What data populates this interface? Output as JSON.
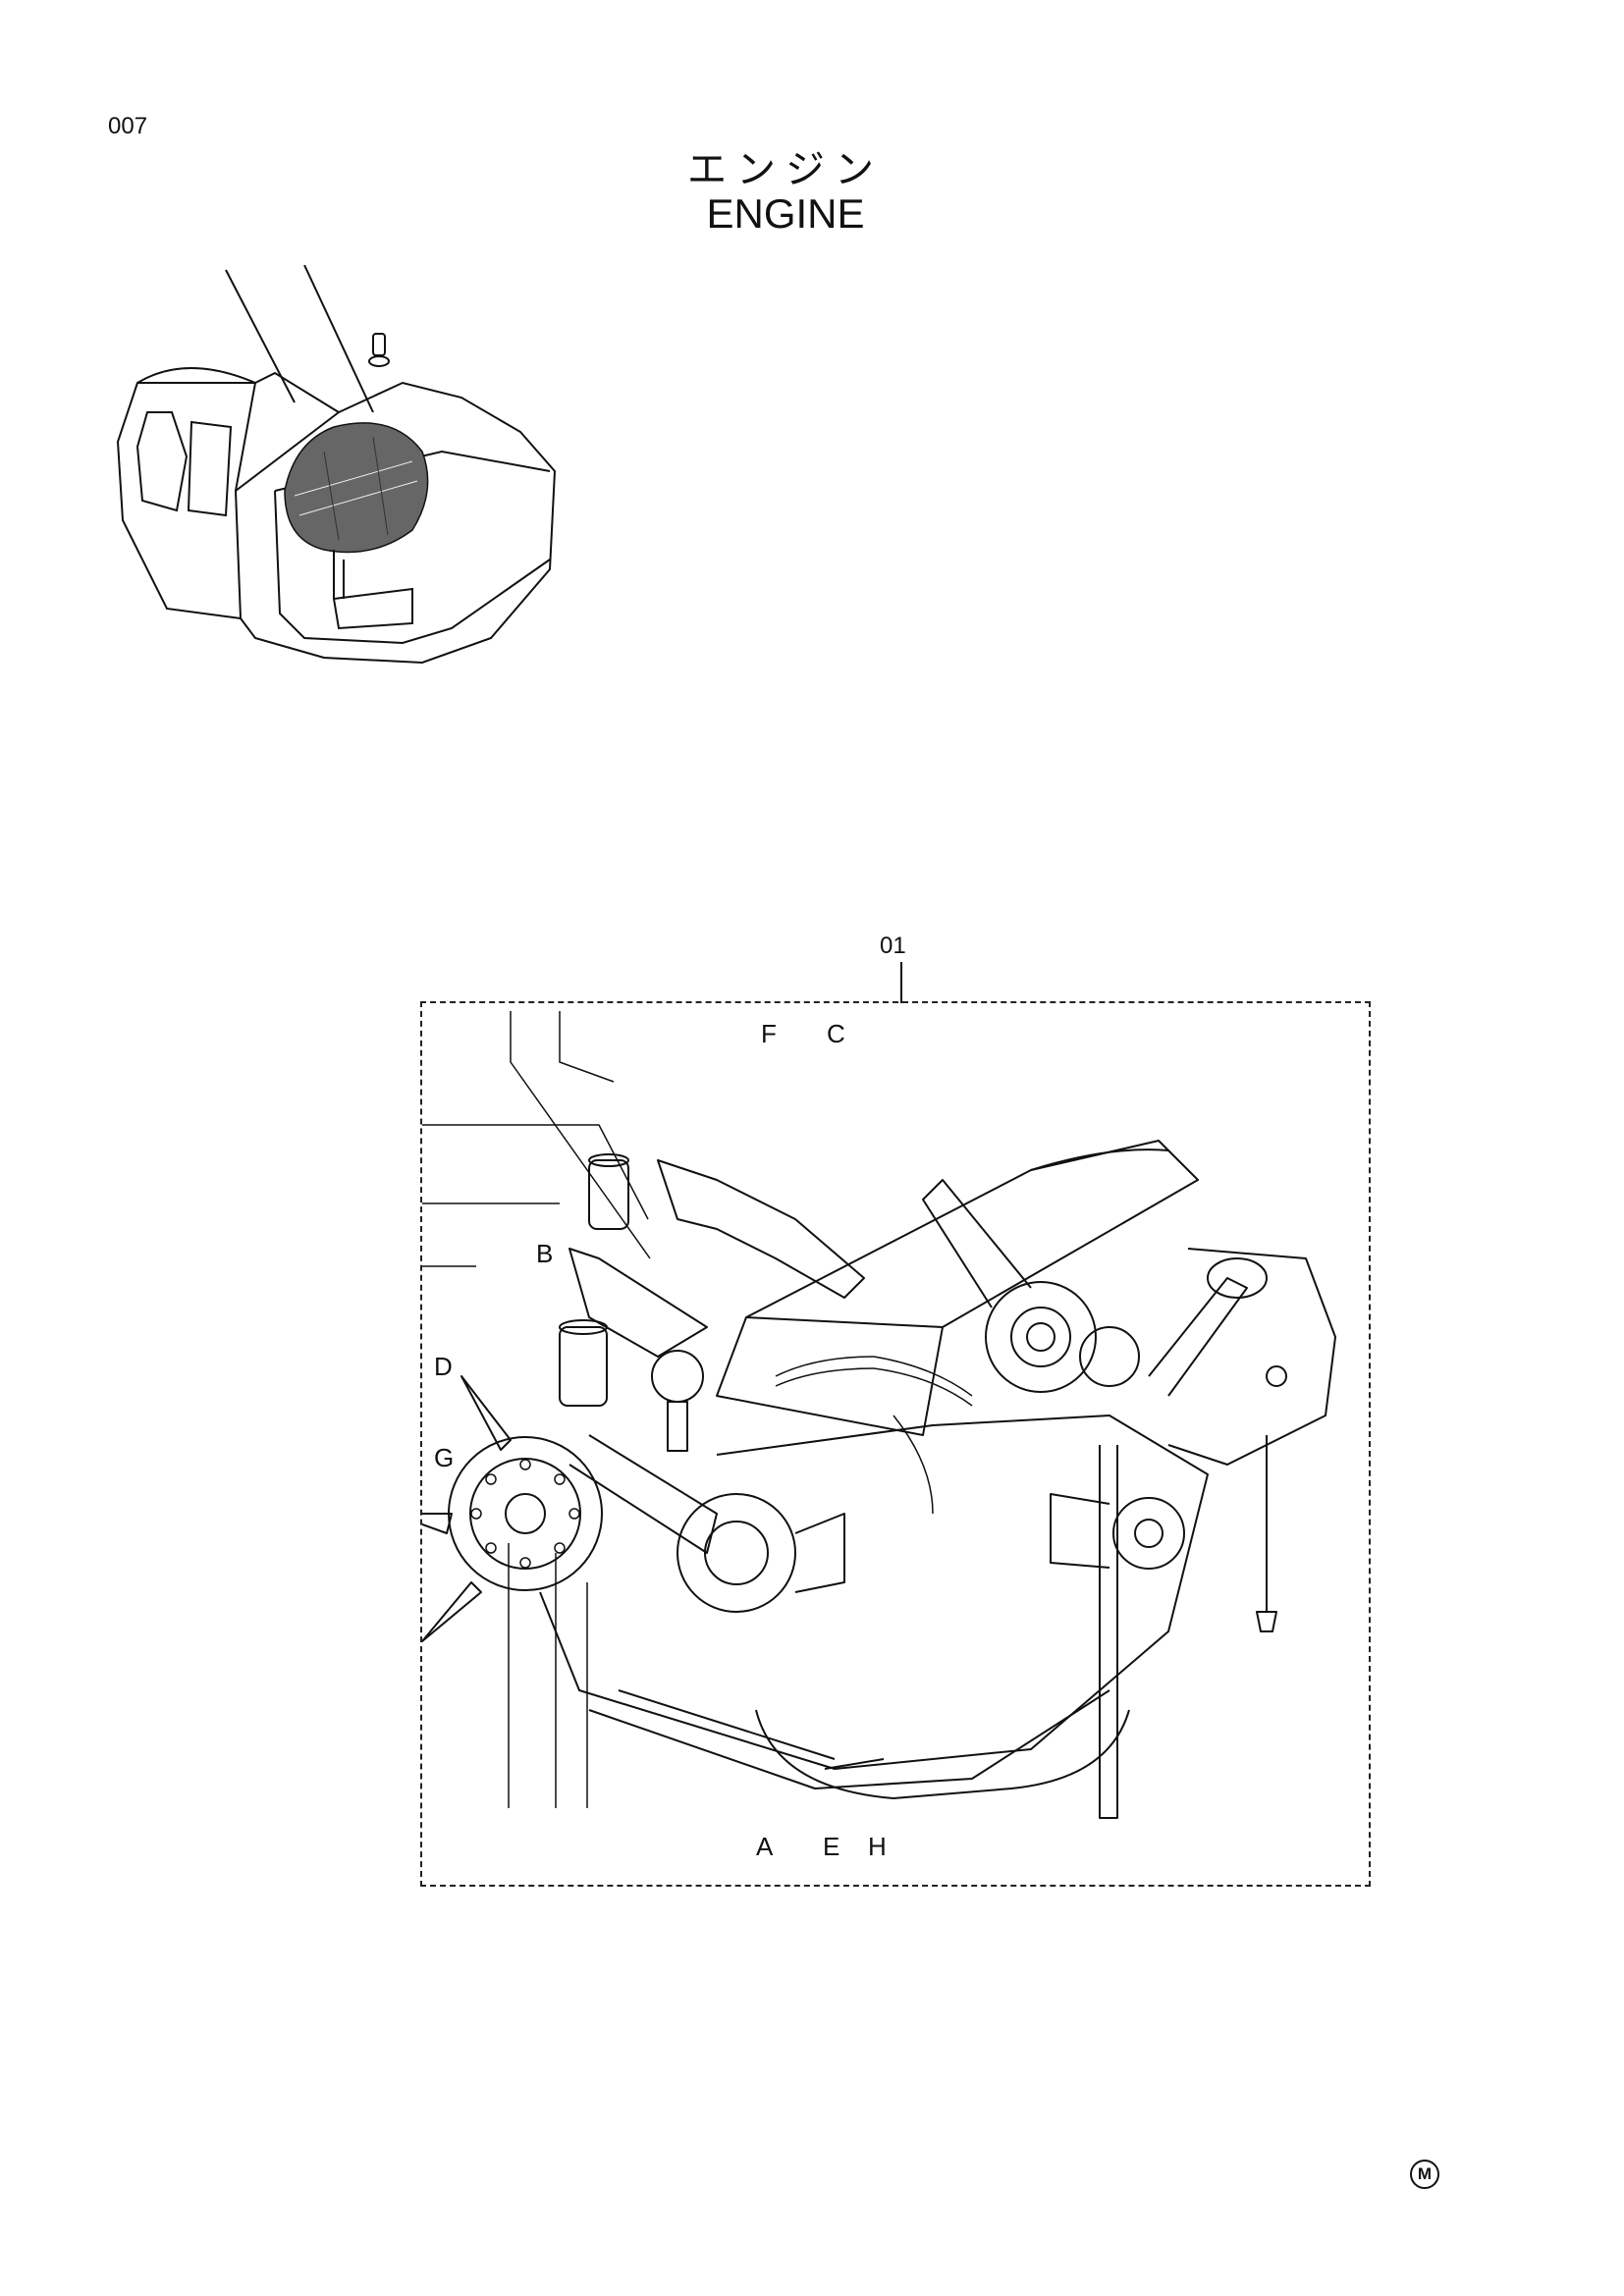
{
  "page_number": "007",
  "title_jp": "エンジン",
  "title_en": "ENGINE",
  "assembly_label": "01",
  "callouts": {
    "A": "A",
    "B": "B",
    "C": "C",
    "D": "D",
    "E": "E",
    "F": "F",
    "G": "G",
    "H": "H"
  },
  "corner_mark": "M"
}
